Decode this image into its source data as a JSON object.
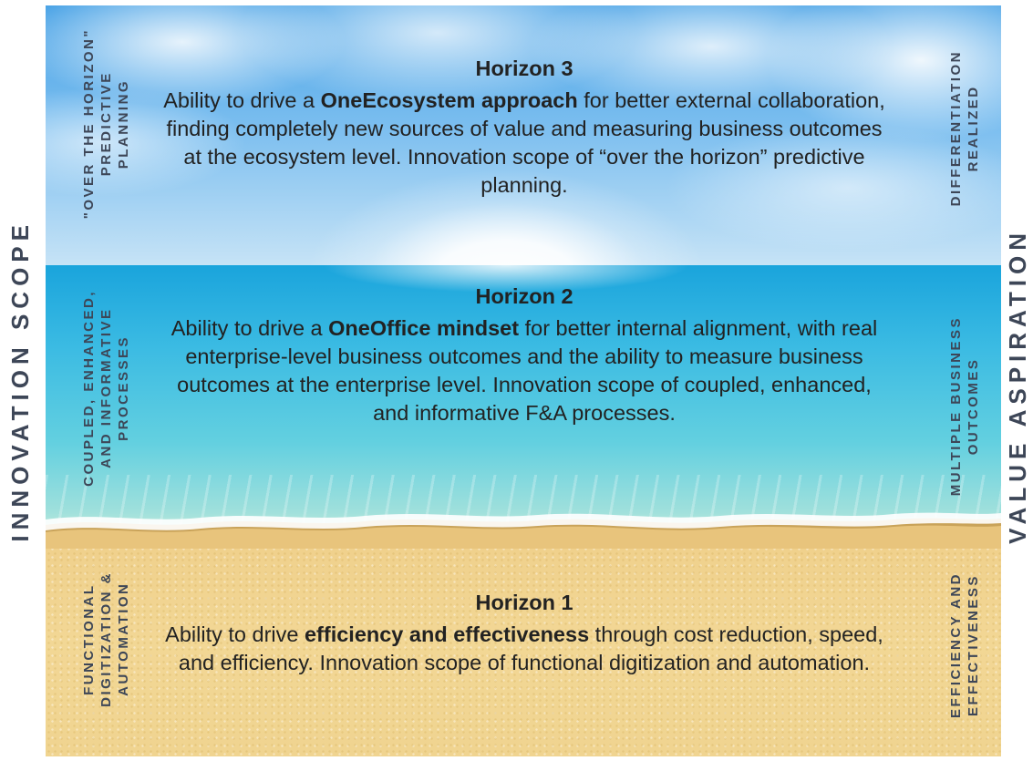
{
  "axes": {
    "left_title": "INNOVATION SCOPE",
    "right_title": "VALUE ASPIRATION"
  },
  "horizon3": {
    "title": "Horizon 3",
    "text_before": "Ability to drive a ",
    "bold": "OneEcosystem approach",
    "text_after": " for better external collaboration, finding completely new sources of value and measuring business outcomes at the ecosystem level. Innovation scope of “over the horizon” predictive planning.",
    "left_label": "\"OVER THE HORIZON\" PREDICTIVE PLANNING",
    "right_label": "DIFFERENTIATION REALIZED"
  },
  "horizon2": {
    "title": "Horizon 2",
    "text_before": "Ability to drive a ",
    "bold": "OneOffice mindset",
    "text_after": " for better internal alignment, with real enterprise-level business outcomes and the ability to measure business outcomes at the enterprise level. Innovation scope of coupled, enhanced, and informative F&A processes.",
    "left_label": "COUPLED, ENHANCED, AND INFORMATIVE PROCESSES",
    "right_label": "MULTIPLE BUSINESS OUTCOMES"
  },
  "horizon1": {
    "title": "Horizon 1",
    "text_before": "Ability to drive ",
    "bold": "efficiency and effectiveness",
    "text_after": " through cost reduction, speed, and efficiency. Innovation scope of functional digitization and automation.",
    "left_label": "FUNCTIONAL DIGITIZATION & AUTOMATION",
    "right_label": "EFFICIENCY AND EFFECTIVENESS"
  },
  "colors": {
    "label_text": "#3d4657",
    "sky_top": "#4aa3e6",
    "sea": "#1aa4dc",
    "sand": "#efcf8a"
  }
}
